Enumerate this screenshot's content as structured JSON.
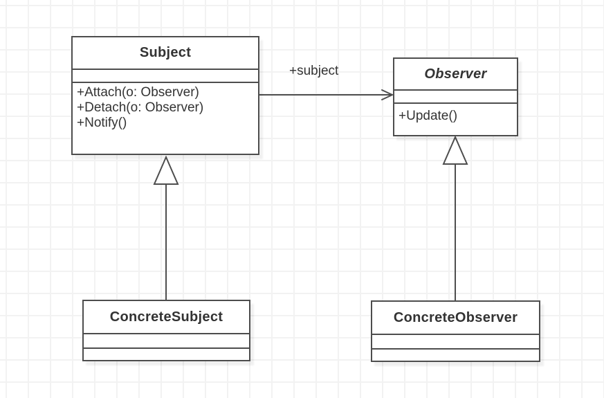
{
  "diagram_type": "uml-class-diagram",
  "classes": {
    "subject": {
      "name": "Subject",
      "abstract": false,
      "attributes": [],
      "methods": [
        "+Attach(o: Observer)",
        "+Detach(o: Observer)",
        "+Notify()"
      ]
    },
    "observer": {
      "name": "Observer",
      "abstract": true,
      "attributes": [],
      "methods": [
        "+Update()"
      ]
    },
    "concreteSubject": {
      "name": "ConcreteSubject",
      "abstract": false,
      "attributes": [],
      "methods": []
    },
    "concreteObserver": {
      "name": "ConcreteObserver",
      "abstract": false,
      "attributes": [],
      "methods": []
    }
  },
  "edges": {
    "association": {
      "type": "directed-association",
      "from": "Subject",
      "to": "Observer",
      "label": "+subject"
    },
    "generalizationSubject": {
      "type": "generalization",
      "from": "ConcreteSubject",
      "to": "Subject"
    },
    "generalizationObserver": {
      "type": "generalization",
      "from": "ConcreteObserver",
      "to": "Observer"
    }
  },
  "colors": {
    "stroke": "#4d4d4d",
    "text": "#333333",
    "grid": "#f2f2f2",
    "bg": "#ffffff"
  }
}
